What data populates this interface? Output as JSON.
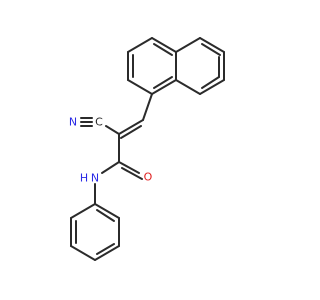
{
  "molecule": {
    "atoms": [
      {
        "id": "C_nitrile",
        "text": "C",
        "color": "#2b2b2b"
      },
      {
        "id": "N_nitrile",
        "text": "N",
        "color": "#2a2ae6"
      },
      {
        "id": "O_carbonyl",
        "text": "O",
        "color": "#e02020"
      },
      {
        "id": "N_amide",
        "text": "N",
        "color": "#2a2ae6"
      },
      {
        "id": "H_amide",
        "text": "H",
        "color": "#2a2ae6"
      }
    ]
  }
}
